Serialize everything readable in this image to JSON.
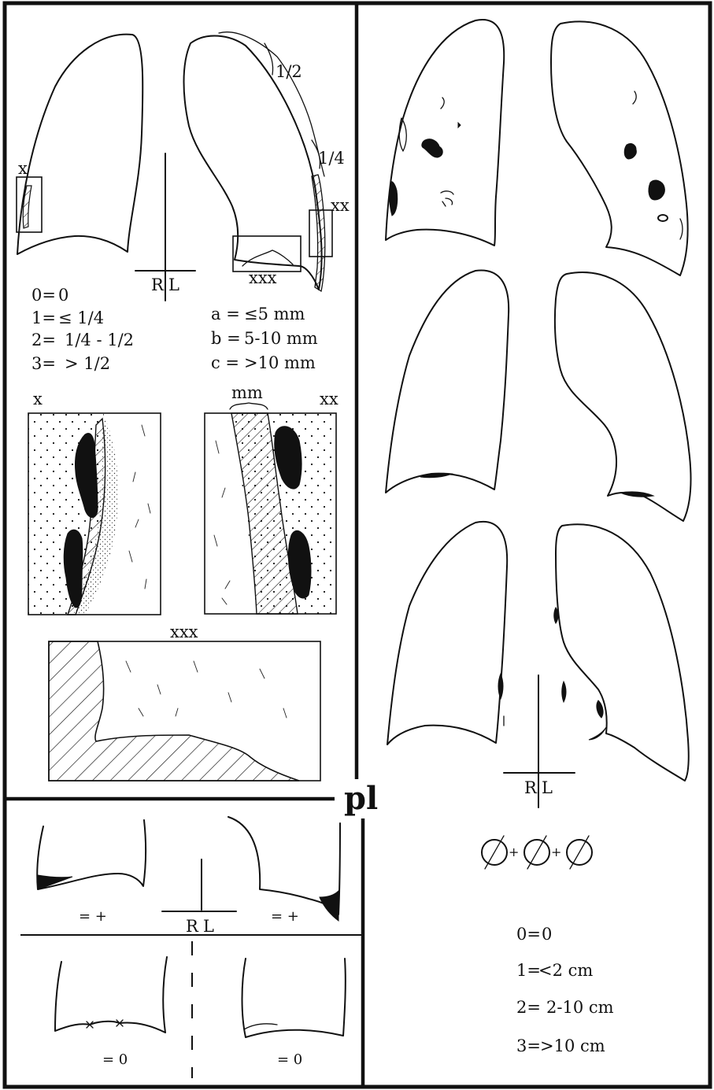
{
  "figure": {
    "section_label": "pl",
    "thickness_panel": {
      "box_labels": {
        "x": "x",
        "xx": "xx",
        "xxx": "xxx"
      },
      "extent_marks": {
        "half": "1/2",
        "quarter": "1/4"
      },
      "axis_marker": {
        "right": "R",
        "left": "L"
      },
      "extent_scale": [
        {
          "grade": "0=",
          "value": "0"
        },
        {
          "grade": "1=",
          "value": "≤ 1/4"
        },
        {
          "grade": "2=",
          "value": "1/4 - 1/2"
        },
        {
          "grade": "3=",
          "value": "> 1/2"
        }
      ],
      "width_scale": [
        {
          "grade": "a =",
          "value": "≤5 mm"
        },
        {
          "grade": "b =",
          "value": "5-10 mm"
        },
        {
          "grade": "c =",
          "value": ">10 mm"
        }
      ]
    },
    "detail_panel": {
      "left_label": "x",
      "right_label": "xx",
      "width_label": "mm",
      "bottom_label": "xxx"
    },
    "costophrenic_panel": {
      "axis_marker": {
        "right": "R",
        "left": "L"
      },
      "positive_left": "= +",
      "positive_right": "= +",
      "zero_left": "= 0",
      "zero_right": "= 0"
    },
    "opacity_panel": {
      "axis_marker": {
        "right": "R",
        "left": "L"
      },
      "diameter_scale": [
        {
          "grade": "0=",
          "value": "0"
        },
        {
          "grade": "1=",
          "value": "<2 cm"
        },
        {
          "grade": "2=",
          "value": "2-10 cm"
        },
        {
          "grade": "3=",
          "value": ">10 cm"
        }
      ]
    }
  }
}
